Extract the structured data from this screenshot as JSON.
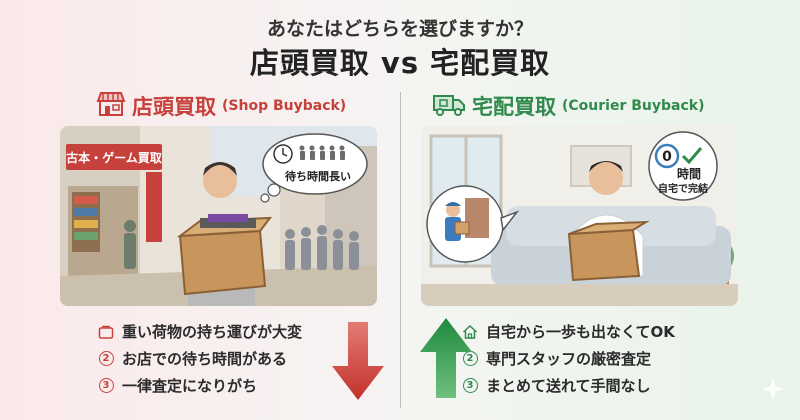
{
  "header": {
    "subtitle": "あなたはどちらを選びますか？",
    "title": "店頭買取 vs 宅配買取"
  },
  "left": {
    "heading": "店頭買取",
    "heading_en": "(Shop Buyback)",
    "icon": "store-icon",
    "accent": "#c7413c",
    "scene": {
      "sign": "古本・ゲーム買取",
      "thought": "待ち時間長い"
    },
    "items": [
      {
        "icon": "box-outline-icon",
        "text": "重い荷物の持ち運びが大変"
      },
      {
        "marker": "2",
        "text": "お店での待ち時間がある"
      },
      {
        "marker": "3",
        "text": "一律査定になりがち"
      }
    ],
    "arrow": "down"
  },
  "right": {
    "heading": "宅配買取",
    "heading_en": "(Courier Buyback)",
    "icon": "delivery-truck-icon",
    "accent": "#2f8a4c",
    "scene": {
      "badge_number": "0",
      "badge_unit": "時間",
      "badge_caption": "自宅で完結"
    },
    "items": [
      {
        "icon": "house-outline-icon",
        "text": "自宅から一歩も出なくてOK"
      },
      {
        "marker": "2",
        "text": "専門スタッフの厳密査定"
      },
      {
        "marker": "3",
        "text": "まとめて送れて手間なし"
      }
    ],
    "arrow": "up"
  }
}
